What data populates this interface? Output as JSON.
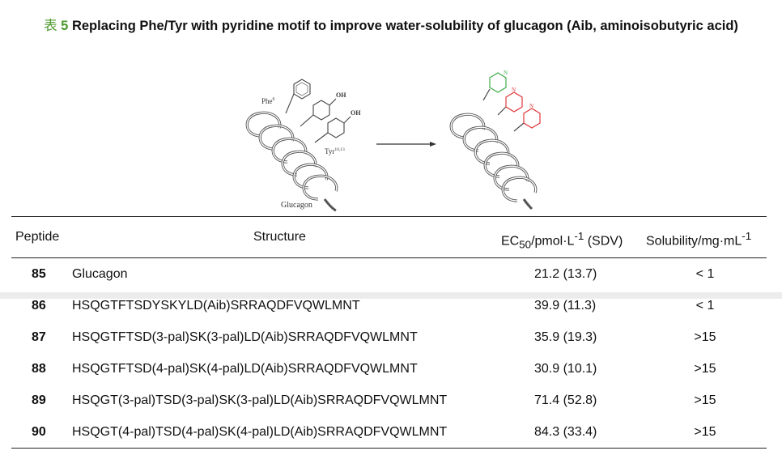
{
  "caption": {
    "label": "表",
    "number": "5",
    "text": "Replacing Phe/Tyr with pyridine motif to improve water-solubility of glucagon (Aib, aminoisobutyric acid)"
  },
  "scheme": {
    "phe_label": "Phe",
    "phe_superscript": "6",
    "tyr_label": "Tyr",
    "tyr_superscript": "10,13",
    "oh_label": "OH",
    "n_label": "N",
    "helix_label": "Glucagon"
  },
  "table": {
    "headers": {
      "peptide": "Peptide",
      "structure": "Structure",
      "ec50_prefix": "EC",
      "ec50_sub": "50",
      "ec50_mid": "/pmol·L",
      "ec50_sup": "-1",
      "ec50_suffix": " (SDV)",
      "solubility_prefix": "Solubility/mg·mL",
      "solubility_sup": "-1"
    },
    "rows": [
      {
        "peptide": "85",
        "structure": "Glucagon",
        "ec50": "21.2 (13.7)",
        "solubility": "< 1"
      },
      {
        "peptide": "86",
        "structure": "HSQGTFTSDYSKYLD(Aib)SRRAQDFVQWLMNT",
        "ec50": "39.9 (11.3)",
        "solubility": "< 1"
      },
      {
        "peptide": "87",
        "structure": "HSQGTFTSD(3-pal)SK(3-pal)LD(Aib)SRRAQDFVQWLMNT",
        "ec50": "35.9 (19.3)",
        "solubility": ">15"
      },
      {
        "peptide": "88",
        "structure": "HSQGTFTSD(4-pal)SK(4-pal)LD(Aib)SRRAQDFVQWLMNT",
        "ec50": "30.9 (10.1)",
        "solubility": ">15"
      },
      {
        "peptide": "89",
        "structure": "HSQGT(3-pal)TSD(3-pal)SK(3-pal)LD(Aib)SRRAQDFVQWLMNT",
        "ec50": "71.4 (52.8)",
        "solubility": ">15"
      },
      {
        "peptide": "90",
        "structure": "HSQGT(4-pal)TSD(4-pal)SK(4-pal)LD(Aib)SRRAQDFVQWLMNT",
        "ec50": "84.3 (33.4)",
        "solubility": ">15"
      }
    ]
  },
  "colors": {
    "caption_accent": "#4e9a2f",
    "pyridine_green": "#3fae49",
    "pyridine_red": "#e2383c"
  }
}
